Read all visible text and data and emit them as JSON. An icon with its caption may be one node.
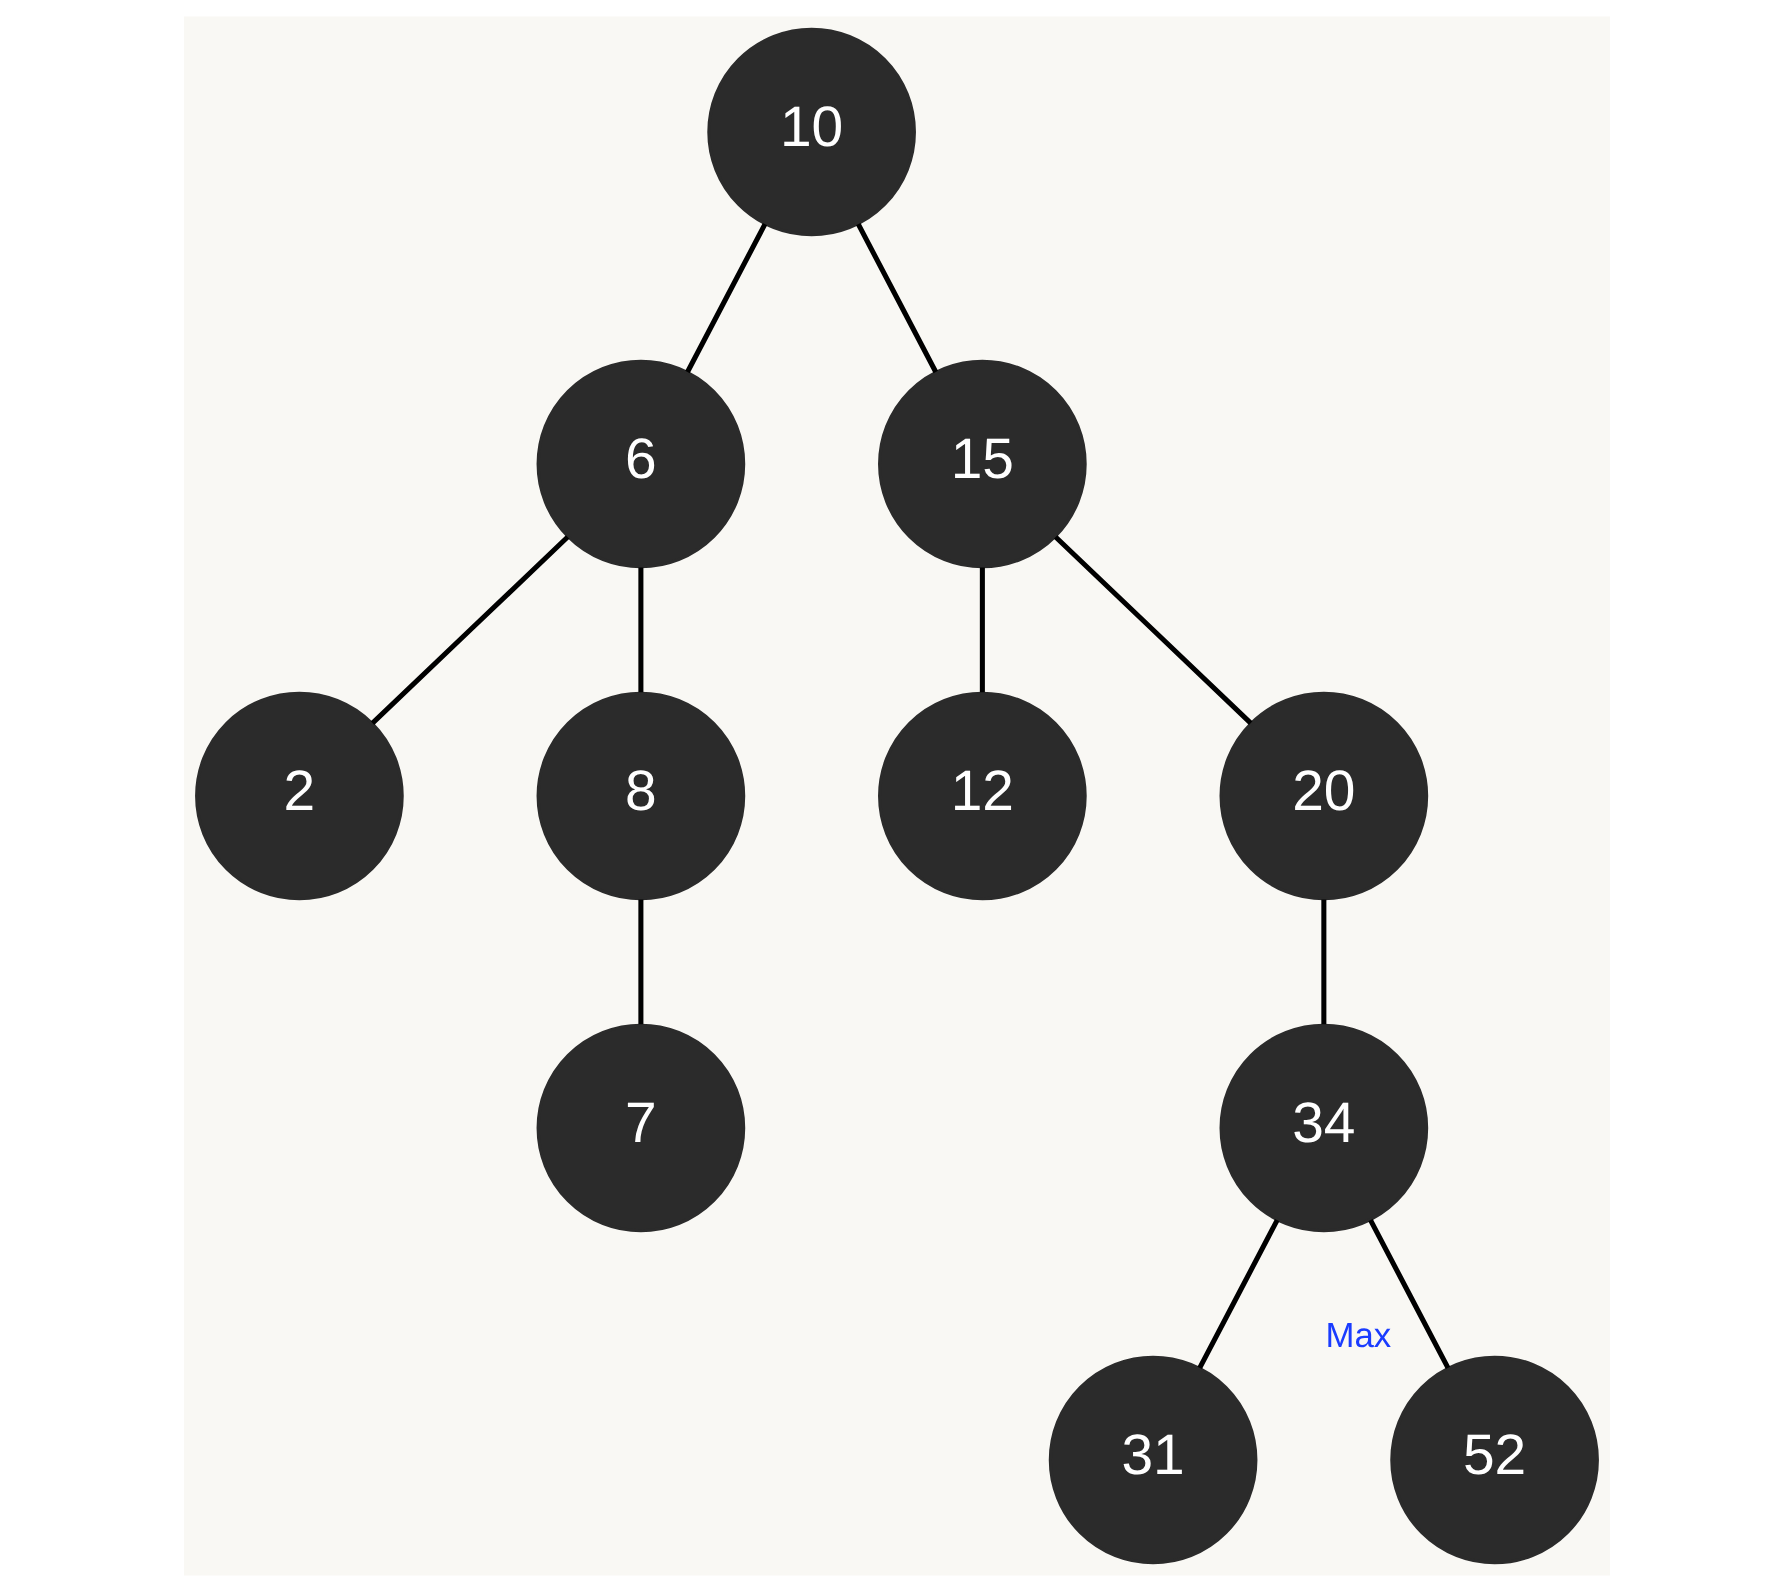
{
  "diagram": {
    "nodes": [
      {
        "text": [
          "10"
        ]
      },
      {
        "text": [
          "6"
        ]
      },
      {
        "text": [
          "15"
        ]
      },
      {
        "text": [
          "2"
        ]
      },
      {
        "text": [
          "8"
        ]
      },
      {
        "text": [
          "12"
        ]
      },
      {
        "text": [
          "20"
        ]
      },
      {
        "text": [
          "7"
        ]
      },
      {
        "text": [
          "34"
        ]
      },
      {
        "text": [
          "31"
        ]
      },
      {
        "text": [
          "52"
        ],
        "beside": [
          "Max"
        ]
      }
    ],
    "edges": [
      {
        "from": 0,
        "to": 1,
        "arrow": "none"
      },
      {
        "from": 0,
        "to": 2,
        "arrow": "none"
      },
      {
        "from": 1,
        "to": 3,
        "arrow": "none"
      },
      {
        "from": 1,
        "to": 4,
        "arrow": "none"
      },
      {
        "from": 2,
        "to": 5,
        "arrow": "none"
      },
      {
        "from": 2,
        "to": 6,
        "arrow": "none"
      },
      {
        "from": 4,
        "to": 7,
        "arrow": "none"
      },
      {
        "from": 6,
        "to": 8,
        "arrow": "none"
      },
      {
        "from": 8,
        "to": 9,
        "arrow": "none"
      },
      {
        "from": 8,
        "to": 10,
        "arrow": "none"
      }
    ]
  }
}
